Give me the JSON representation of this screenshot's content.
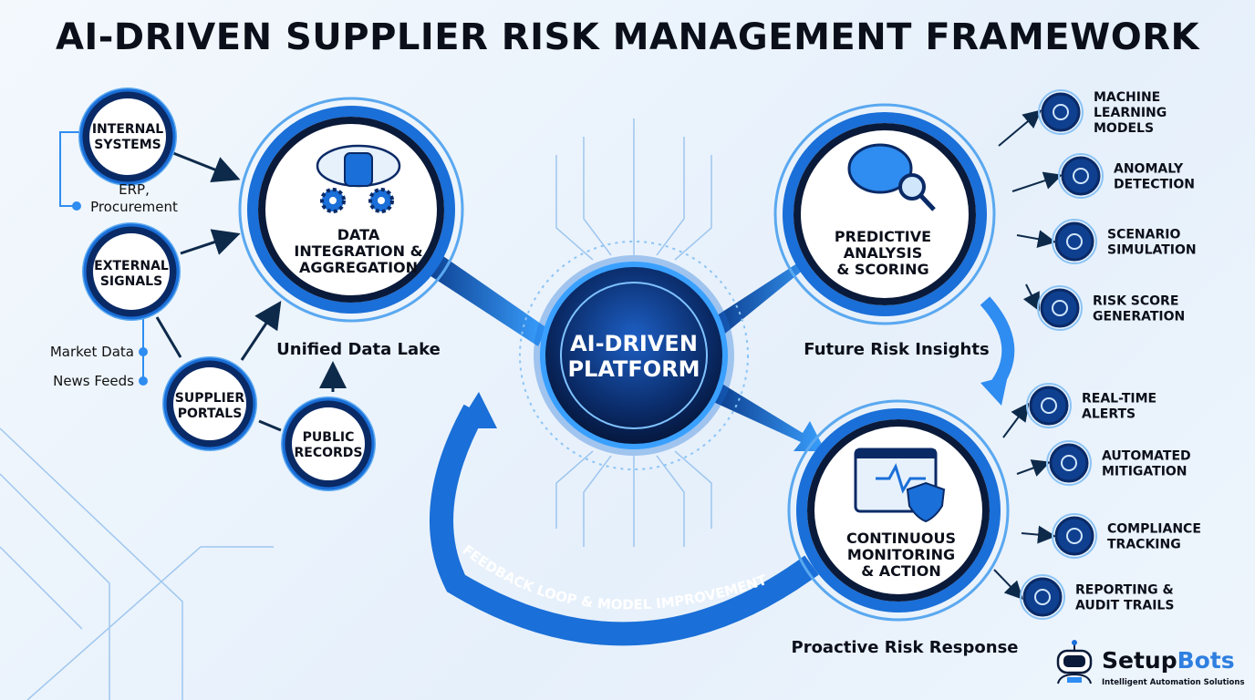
{
  "title": "AI-DRIVEN SUPPLIER RISK MANAGEMENT FRAMEWORK",
  "colors": {
    "primary": "#1a6fd8",
    "dark": "#0a1a3a",
    "accent": "#2f8cf0"
  },
  "sources": [
    {
      "l1": "INTERNAL",
      "l2": "SYSTEMS"
    },
    {
      "l1": "EXTERNAL",
      "l2": "SIGNALS"
    },
    {
      "l1": "SUPPLIER",
      "l2": "PORTALS"
    },
    {
      "l1": "PUBLIC",
      "l2": "RECORDS"
    }
  ],
  "source_notes": {
    "erp1": "ERP,",
    "erp2": "Procurement",
    "market": "Market Data",
    "news": "News Feeds"
  },
  "integration": {
    "l1": "DATA",
    "l2": "INTEGRATION &",
    "l3": "AGGREGATION",
    "caption": "Unified Data Lake",
    "icon": "cloud-database-gears-icon"
  },
  "platform": {
    "l1": "AI-DRIVEN",
    "l2": "PLATFORM"
  },
  "predictive": {
    "l1": "PREDICTIVE",
    "l2": "ANALYSIS",
    "l3": "& SCORING",
    "caption": "Future Risk Insights",
    "icon": "brain-magnifier-icon"
  },
  "monitoring": {
    "l1": "CONTINUOUS",
    "l2": "MONITORING",
    "l3": "& ACTION",
    "caption": "Proactive Risk Response",
    "icon": "dashboard-shield-icon"
  },
  "feedback": "FEEDBACK LOOP & MODEL IMPROVEMENT",
  "right_items": [
    {
      "l1": "MACHINE",
      "l2": "LEARNING",
      "l3": "MODELS",
      "icon": "brain-chip-icon"
    },
    {
      "l1": "ANOMALY",
      "l2": "DETECTION",
      "l3": "",
      "icon": "alert-target-icon"
    },
    {
      "l1": "SCENARIO",
      "l2": "SIMULATION",
      "l3": "",
      "icon": "bar-chart-icon"
    },
    {
      "l1": "RISK SCORE",
      "l2": "GENERATION",
      "l3": "",
      "icon": "database-search-icon"
    },
    {
      "l1": "REAL-TIME",
      "l2": "ALERTS",
      "l3": "",
      "icon": "bell-icon"
    },
    {
      "l1": "AUTOMATED",
      "l2": "MITIGATION",
      "l3": "",
      "icon": "hand-warning-icon"
    },
    {
      "l1": "COMPLIANCE",
      "l2": "TRACKING",
      "l3": "",
      "icon": "clipboard-check-icon"
    },
    {
      "l1": "REPORTING &",
      "l2": "AUDIT TRAILS",
      "l3": "",
      "icon": "report-check-icon"
    }
  ],
  "logo": {
    "name_a": "Setup",
    "name_b": "Bots",
    "tagline": "Intelligent Automation Solutions"
  }
}
